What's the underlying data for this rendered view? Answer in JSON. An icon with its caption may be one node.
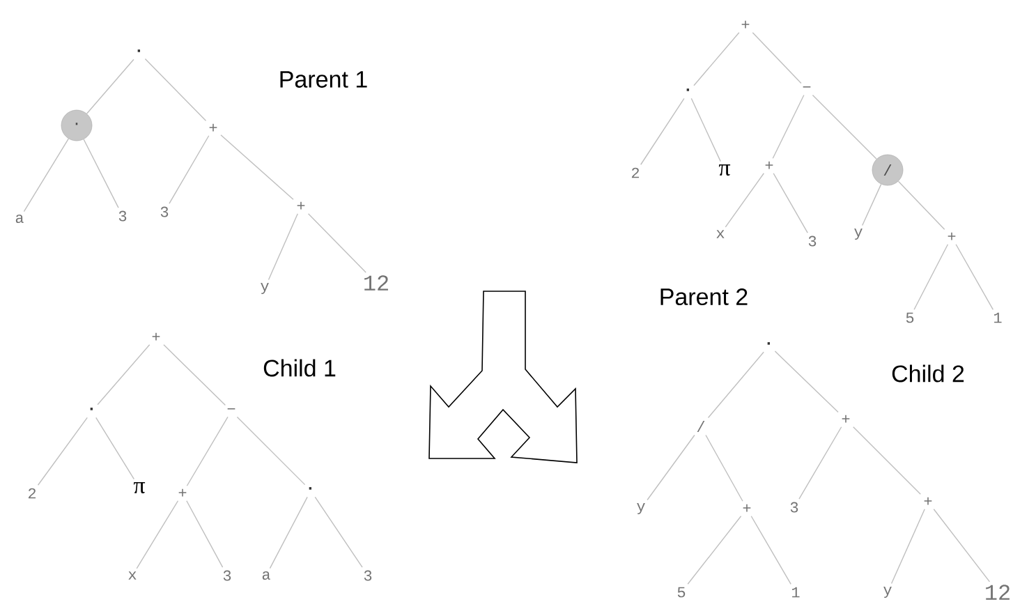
{
  "diagram": {
    "nodes": [
      {
        "text": [
          "·"
        ]
      },
      {
        "text": [
          "·"
        ]
      },
      {
        "text": [
          "a"
        ]
      },
      {
        "text": [
          "3"
        ]
      },
      {
        "text": [
          "+"
        ]
      },
      {
        "text": [
          "3"
        ]
      },
      {
        "text": [
          "+"
        ]
      },
      {
        "text": [
          "y"
        ]
      },
      {
        "text": [
          "12"
        ]
      },
      {
        "text": [
          "+"
        ]
      },
      {
        "text": [
          "·"
        ]
      },
      {
        "text": [
          "2"
        ]
      },
      {
        "text": [
          "π"
        ]
      },
      {
        "text": [
          "−"
        ]
      },
      {
        "text": [
          "+"
        ]
      },
      {
        "text": [
          "x"
        ]
      },
      {
        "text": [
          "3"
        ]
      },
      {
        "text": [
          "/"
        ]
      },
      {
        "text": [
          "y"
        ]
      },
      {
        "text": [
          "+"
        ]
      },
      {
        "text": [
          "5"
        ]
      },
      {
        "text": [
          "1"
        ]
      },
      {
        "text": [
          "+"
        ]
      },
      {
        "text": [
          "·"
        ]
      },
      {
        "text": [
          "2"
        ]
      },
      {
        "text": [
          "π"
        ]
      },
      {
        "text": [
          "−"
        ]
      },
      {
        "text": [
          "+"
        ]
      },
      {
        "text": [
          "x"
        ]
      },
      {
        "text": [
          "3"
        ]
      },
      {
        "text": [
          "·"
        ]
      },
      {
        "text": [
          "a"
        ]
      },
      {
        "text": [
          "3"
        ]
      },
      {
        "text": [
          "·"
        ]
      },
      {
        "text": [
          "/"
        ]
      },
      {
        "text": [
          "y"
        ]
      },
      {
        "text": [
          "+"
        ]
      },
      {
        "text": [
          "3"
        ]
      },
      {
        "text": [
          "+"
        ]
      },
      {
        "text": [
          "+"
        ]
      },
      {
        "text": [
          "5"
        ]
      },
      {
        "text": [
          "1"
        ]
      },
      {
        "text": [
          "y"
        ]
      },
      {
        "text": [
          "12"
        ]
      }
    ],
    "edges": [
      {
        "from": 0,
        "to": 1,
        "arrow": "none"
      },
      {
        "from": 0,
        "to": 4,
        "arrow": "none"
      },
      {
        "from": 1,
        "to": 2,
        "arrow": "none"
      },
      {
        "from": 1,
        "to": 3,
        "arrow": "none"
      },
      {
        "from": 4,
        "to": 5,
        "arrow": "none"
      },
      {
        "from": 4,
        "to": 6,
        "arrow": "none"
      },
      {
        "from": 6,
        "to": 7,
        "arrow": "none"
      },
      {
        "from": 6,
        "to": 8,
        "arrow": "none"
      },
      {
        "from": 9,
        "to": 10,
        "arrow": "none"
      },
      {
        "from": 9,
        "to": 13,
        "arrow": "none"
      },
      {
        "from": 10,
        "to": 11,
        "arrow": "none"
      },
      {
        "from": 10,
        "to": 12,
        "arrow": "none"
      },
      {
        "from": 13,
        "to": 14,
        "arrow": "none"
      },
      {
        "from": 13,
        "to": 17,
        "arrow": "none"
      },
      {
        "from": 14,
        "to": 15,
        "arrow": "none"
      },
      {
        "from": 14,
        "to": 16,
        "arrow": "none"
      },
      {
        "from": 17,
        "to": 18,
        "arrow": "none"
      },
      {
        "from": 17,
        "to": 19,
        "arrow": "none"
      },
      {
        "from": 19,
        "to": 20,
        "arrow": "none"
      },
      {
        "from": 19,
        "to": 21,
        "arrow": "none"
      },
      {
        "from": 22,
        "to": 23,
        "arrow": "none"
      },
      {
        "from": 22,
        "to": 26,
        "arrow": "none"
      },
      {
        "from": 23,
        "to": 24,
        "arrow": "none"
      },
      {
        "from": 23,
        "to": 25,
        "arrow": "none"
      },
      {
        "from": 26,
        "to": 27,
        "arrow": "none"
      },
      {
        "from": 26,
        "to": 30,
        "arrow": "none"
      },
      {
        "from": 27,
        "to": 28,
        "arrow": "none"
      },
      {
        "from": 27,
        "to": 29,
        "arrow": "none"
      },
      {
        "from": 30,
        "to": 31,
        "arrow": "none"
      },
      {
        "from": 30,
        "to": 32,
        "arrow": "none"
      },
      {
        "from": 33,
        "to": 34,
        "arrow": "none"
      },
      {
        "from": 33,
        "to": 38,
        "arrow": "none"
      },
      {
        "from": 34,
        "to": 35,
        "arrow": "none"
      },
      {
        "from": 34,
        "to": 36,
        "arrow": "none"
      },
      {
        "from": 36,
        "to": 40,
        "arrow": "none"
      },
      {
        "from": 36,
        "to": 41,
        "arrow": "none"
      },
      {
        "from": 38,
        "to": 37,
        "arrow": "none"
      },
      {
        "from": 38,
        "to": 39,
        "arrow": "none"
      },
      {
        "from": 39,
        "to": 42,
        "arrow": "none"
      },
      {
        "from": 39,
        "to": 43,
        "arrow": "none"
      }
    ],
    "labels": [
      "Parent 1",
      "Parent 2",
      "Child 1",
      "Child 2"
    ]
  }
}
